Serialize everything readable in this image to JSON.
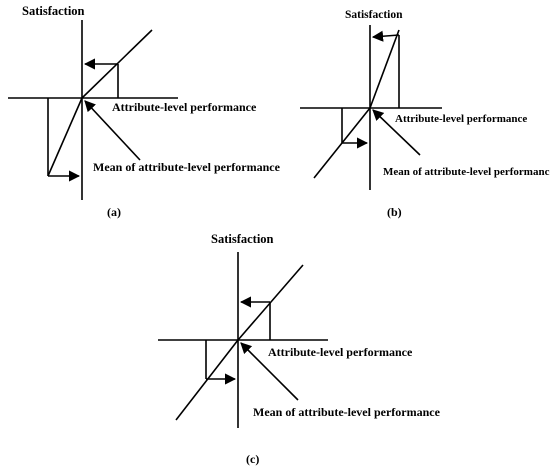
{
  "figure": {
    "panels": [
      {
        "id": "a",
        "caption": "(a)",
        "y_axis_label": "Satisfaction",
        "x_axis_label": "Attribute-level performance",
        "mean_label": "Mean of attribute-level performance"
      },
      {
        "id": "b",
        "caption": "(b)",
        "y_axis_label": "Satisfaction",
        "x_axis_label": "Attribute-level performance",
        "mean_label": "Mean of attribute-level performance"
      },
      {
        "id": "c",
        "caption": "(c)",
        "y_axis_label": "Satisfaction",
        "x_axis_label": "Attribute-level performance",
        "mean_label": "Mean of attribute-level performance"
      }
    ]
  }
}
